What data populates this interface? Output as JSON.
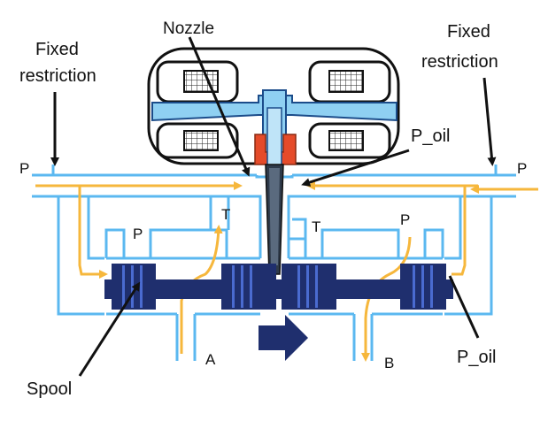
{
  "labels": {
    "nozzle": "Nozzle",
    "fixed_left_1": "Fixed",
    "fixed_left_2": "restriction",
    "fixed_right_1": "Fixed",
    "fixed_right_2": "restriction",
    "p_oil_top": "P_oil",
    "p_oil_bottom": "P_oil",
    "p_left": "P",
    "p_right": "P",
    "p_port_left": "P",
    "p_port_right": "P",
    "t_left": "T",
    "t_right": "T",
    "port_a": "A",
    "port_b": "B",
    "spool": "Spool"
  },
  "colors": {
    "channel": "#5bb8f0",
    "flow": "#f6b73c",
    "spool": "#1f2f6e",
    "nozzle_body": "#8fd0f2",
    "red_part": "#e54b2a",
    "text": "#111111"
  }
}
